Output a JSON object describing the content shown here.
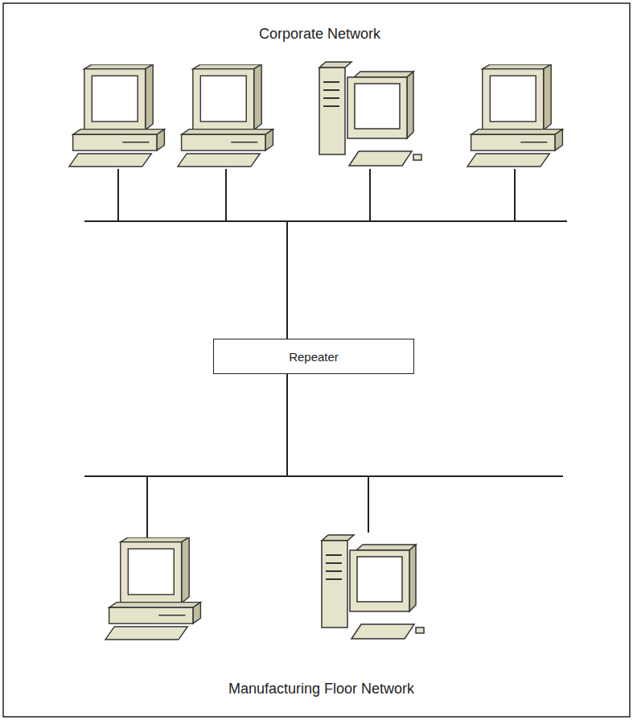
{
  "diagram": {
    "nodes": [
      {
        "text": [
          "Repeater"
        ]
      }
    ],
    "labels": [
      "Corporate Network",
      "Manufacturing Floor Network"
    ]
  }
}
